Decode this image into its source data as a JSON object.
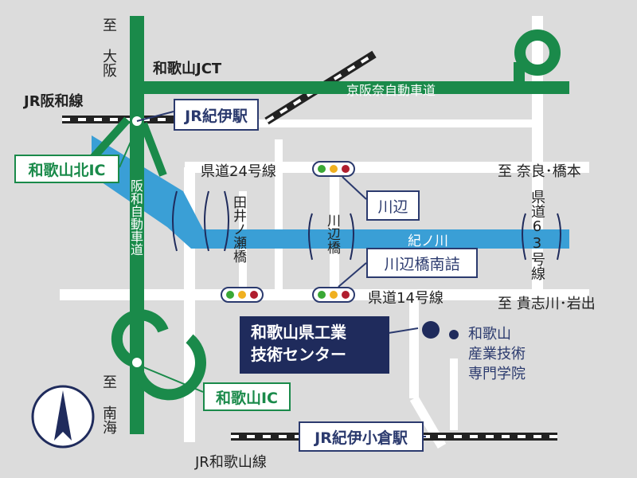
{
  "destinations": {
    "osaka": "至 大阪",
    "nanakai": "至 南海",
    "nara_hashimoto": "至 奈良･橋本",
    "kishigawa_iwade": "至 貴志川･岩出"
  },
  "jct": "和歌山JCT",
  "expressways": {
    "keinawa": "京阪奈自動車道",
    "hanwa": "阪和自動車道"
  },
  "railways": {
    "hanwa_line": "JR阪和線",
    "wakayama_line": "JR和歌山線"
  },
  "stations": {
    "kii": "JR紀伊駅",
    "kii_ogura": "JR紀伊小倉駅"
  },
  "interchanges": {
    "wakayama_kita": "和歌山北IC",
    "wakayama": "和歌山IC"
  },
  "roads": {
    "pref24": "県道24号線",
    "pref14": "県道14号線",
    "pref63": "県道63号線"
  },
  "river": "紀ノ川",
  "bridges": {
    "tainose": "田井ノ瀬橋",
    "kawanabe": "川辺橋"
  },
  "signals": {
    "kawanabe": "川辺",
    "kawanabe_minamizume": "川辺橋南詰"
  },
  "facilities": {
    "center": [
      "和歌山県工業",
      "技術センター"
    ],
    "school": [
      "和歌山",
      "産業技術",
      "専門学院"
    ]
  },
  "colors": {
    "background": "#dcdcdc",
    "expressway": "#1a8a4a",
    "river": "#3a9fd6",
    "navy": "#1f2b5c",
    "road": "#ffffff"
  },
  "icons": [
    "north-arrow-icon",
    "traffic-light-icon"
  ]
}
